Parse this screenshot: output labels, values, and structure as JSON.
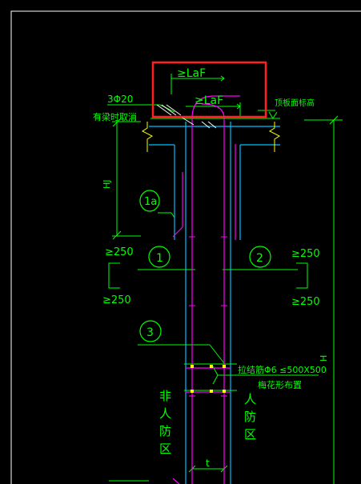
{
  "drawing": {
    "labels": {
      "laf_top": "≥LaF",
      "laf_inner": "≥LaF",
      "rebar_spec": "3Φ20",
      "beam_note": "有梁时取消",
      "slab_top": "顶板面标高",
      "dim_hj": "HJ",
      "dim_h": "H",
      "dim_t": "t",
      "tie_note": "拉结筋Φ6 ≤500X500",
      "tie_layout": "梅花形布置",
      "left_zone": "非人防区",
      "right_zone": "人防区",
      "dim_250": "≥250",
      "callout_1a": "1a",
      "callout_1": "1",
      "callout_2": "2",
      "callout_3": "3"
    },
    "colors": {
      "background": "#000000",
      "frame": "#ffffff",
      "green": "#00ff00",
      "rebar_magenta": "#ff00ff",
      "wall_cyan": "#00bfff",
      "yellow": "#ffff00",
      "highlight": "#ff2020",
      "white": "#ffffff"
    }
  }
}
